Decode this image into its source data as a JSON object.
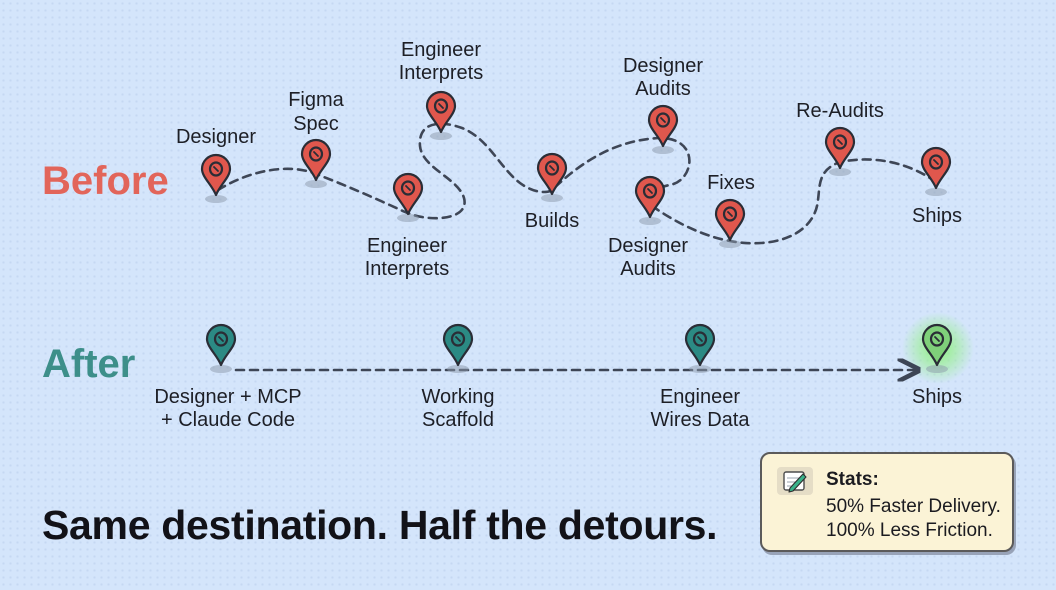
{
  "colors": {
    "before": "#e2655a",
    "after": "#3d8f8a",
    "pin_red": "#e0574d",
    "pin_teal": "#2b8a84",
    "pin_green": "#7fd07a",
    "path": "#3e4656"
  },
  "before": {
    "title": "Before",
    "labels": {
      "designer": "Designer",
      "figma_1": "Figma",
      "figma_2": "Spec",
      "eng_low_1": "Engineer",
      "eng_low_2": "Interprets",
      "eng_high_1": "Engineer",
      "eng_high_2": "Interprets",
      "builds": "Builds",
      "audit_high_1": "Designer",
      "audit_high_2": "Audits",
      "audit_low_1": "Designer",
      "audit_low_2": "Audits",
      "fixes": "Fixes",
      "reaudits": "Re-Audits",
      "ships": "Ships"
    },
    "pin_icon": "map-pin-icon"
  },
  "after": {
    "title": "After",
    "labels": {
      "designer_1": "Designer + MCP",
      "designer_2": "+ Claude Code",
      "scaffold_1": "Working",
      "scaffold_2": "Scaffold",
      "wires_1": "Engineer",
      "wires_2": "Wires Data",
      "ships": "Ships"
    },
    "pin_icon": "map-pin-icon"
  },
  "headline": "Same destination. Half the detours.",
  "stats": {
    "icon": "notepad-pencil-icon",
    "title": "Stats:",
    "line1": "50% Faster Delivery.",
    "line2": "100% Less Friction."
  }
}
